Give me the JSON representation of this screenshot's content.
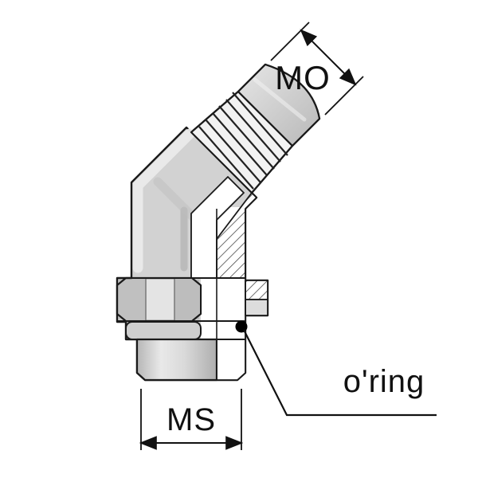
{
  "figure": {
    "type": "technical-drawing",
    "subject": "45-degree elbow fitting cross-section with o-ring seal"
  },
  "labels": {
    "mo": "MO",
    "ms": "MS",
    "oring": "o'ring"
  },
  "colors": {
    "background": "#ffffff",
    "outline": "#1a1a1a",
    "metal_light": "#e8e8e8",
    "metal_mid": "#d2d2d2",
    "metal_dark": "#b3b3b3",
    "hatch_line": "#4a4a4a",
    "label_text": "#111111",
    "oring": "#000000"
  }
}
